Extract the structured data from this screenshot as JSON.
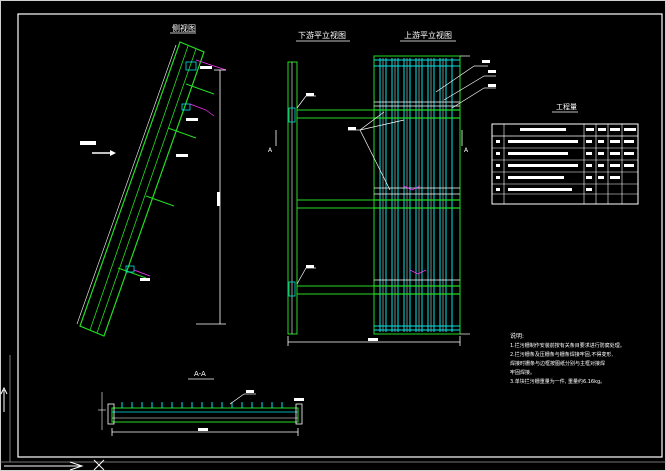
{
  "views": {
    "side_view": {
      "title": "侧视图"
    },
    "lower_plan": {
      "title": "下游平立视图"
    },
    "upper_plan": {
      "title": "上游平立视图"
    },
    "section": {
      "title": "A-A"
    }
  },
  "section_marker": "A",
  "quantity_table": {
    "title": "工程量"
  },
  "notes": {
    "heading": "说明:",
    "lines": [
      "1.拦污栅制作安装前按有关条目要求进行防腐处理。",
      "2.拦污栅条及压栅条与栅条焊接牢固,不得变形,",
      "焊接时栅条与边框按图纸分别与主框对接焊",
      "牢固焊接。",
      "3.单块拦污栅重量为一件,       重量约6.16kg。"
    ]
  },
  "colors": {
    "background": "#000000",
    "frame": "#ffffff",
    "structure": "#22dd22",
    "bars": "#00e5e5",
    "dimension": "#ff33ff",
    "leader": "#e8e800"
  }
}
